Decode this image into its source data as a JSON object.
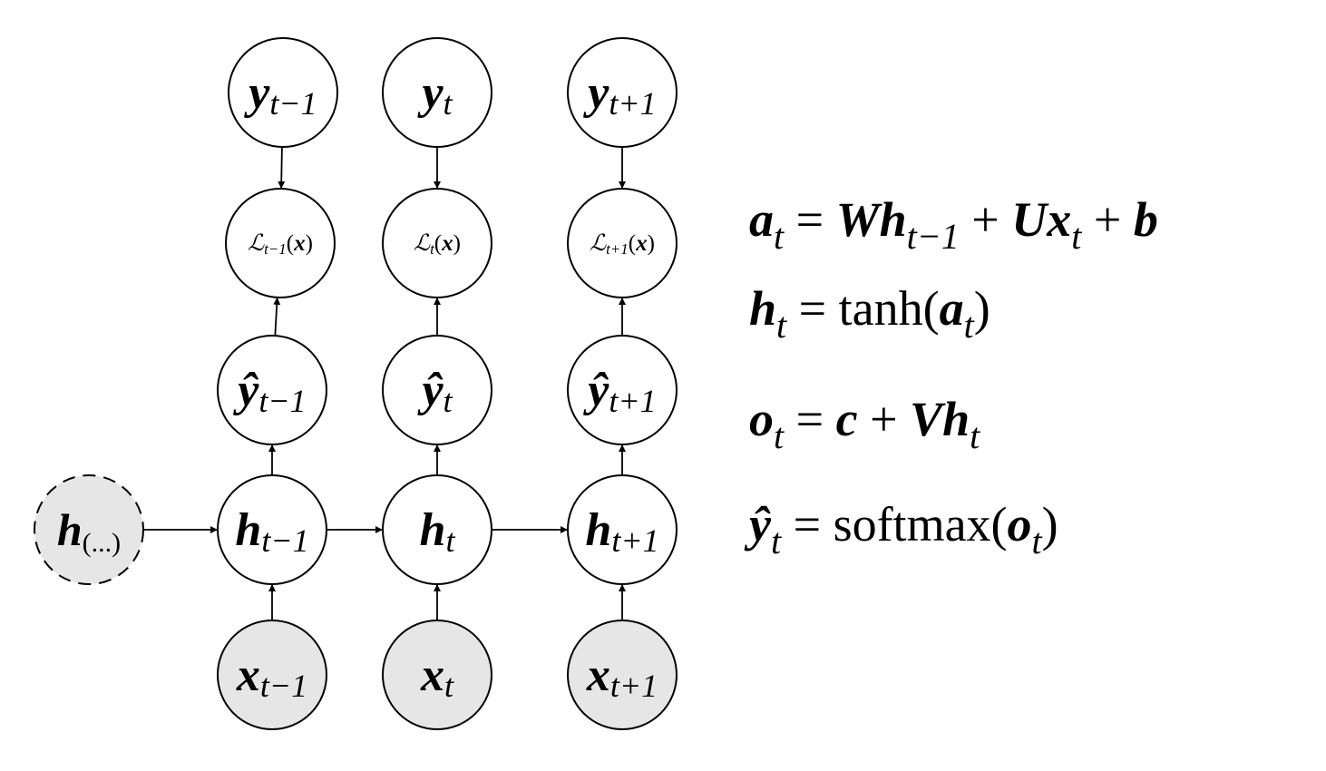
{
  "diagram": {
    "nodes": [
      {
        "id": "h_prev",
        "name": "h-dots-node",
        "main": "h",
        "sub": "(...)",
        "kind": "dash"
      },
      {
        "id": "x_tm1",
        "name": "x-t-minus-1-node",
        "main": "x",
        "sub": "t−1",
        "kind": "obs"
      },
      {
        "id": "x_t",
        "name": "x-t-node",
        "main": "x",
        "sub": "t",
        "kind": "obs"
      },
      {
        "id": "x_tp1",
        "name": "x-t-plus-1-node",
        "main": "x",
        "sub": "t+1",
        "kind": "obs"
      },
      {
        "id": "h_tm1",
        "name": "h-t-minus-1-node",
        "main": "h",
        "sub": "t−1",
        "kind": "hidden"
      },
      {
        "id": "h_t",
        "name": "h-t-node",
        "main": "h",
        "sub": "t",
        "kind": "hidden"
      },
      {
        "id": "h_tp1",
        "name": "h-t-plus-1-node",
        "main": "h",
        "sub": "t+1",
        "kind": "hidden"
      },
      {
        "id": "yh_tm1",
        "name": "y-hat-t-minus-1-node",
        "main": "ŷ",
        "sub": "t−1",
        "kind": "hidden"
      },
      {
        "id": "yh_t",
        "name": "y-hat-t-node",
        "main": "ŷ",
        "sub": "t",
        "kind": "hidden"
      },
      {
        "id": "yh_tp1",
        "name": "y-hat-t-plus-1-node",
        "main": "ŷ",
        "sub": "t+1",
        "kind": "hidden"
      },
      {
        "id": "L_tm1",
        "name": "loss-t-minus-1-node",
        "main": "ℒ",
        "sub": "t−1",
        "arg": "x",
        "kind": "loss"
      },
      {
        "id": "L_t",
        "name": "loss-t-node",
        "main": "ℒ",
        "sub": "t",
        "arg": "x",
        "kind": "loss"
      },
      {
        "id": "L_tp1",
        "name": "loss-t-plus-1-node",
        "main": "ℒ",
        "sub": "t+1",
        "arg": "x",
        "kind": "loss"
      },
      {
        "id": "y_tm1",
        "name": "y-t-minus-1-node",
        "main": "y",
        "sub": "t−1",
        "kind": "hidden"
      },
      {
        "id": "y_t",
        "name": "y-t-node",
        "main": "y",
        "sub": "t",
        "kind": "hidden"
      },
      {
        "id": "y_tp1",
        "name": "y-t-plus-1-node",
        "main": "y",
        "sub": "t+1",
        "kind": "hidden"
      }
    ],
    "edges": [
      [
        "h_prev",
        "h_tm1"
      ],
      [
        "h_tm1",
        "h_t"
      ],
      [
        "h_t",
        "h_tp1"
      ],
      [
        "x_tm1",
        "h_tm1"
      ],
      [
        "x_t",
        "h_t"
      ],
      [
        "x_tp1",
        "h_tp1"
      ],
      [
        "h_tm1",
        "yh_tm1"
      ],
      [
        "h_t",
        "yh_t"
      ],
      [
        "h_tp1",
        "yh_tp1"
      ],
      [
        "yh_tm1",
        "L_tm1"
      ],
      [
        "yh_t",
        "L_t"
      ],
      [
        "yh_tp1",
        "L_tp1"
      ],
      [
        "y_tm1",
        "L_tm1"
      ],
      [
        "y_t",
        "L_t"
      ],
      [
        "y_tp1",
        "L_tp1"
      ]
    ]
  },
  "equations": [
    {
      "name": "equation-a",
      "parts": [
        {
          "t": "a",
          "s": "bi"
        },
        {
          "t": "t",
          "s": "sub"
        },
        {
          "t": " = ",
          "s": "op"
        },
        {
          "t": "W",
          "s": "bi"
        },
        {
          "t": "h",
          "s": "bi"
        },
        {
          "t": "t−1",
          "s": "sub"
        },
        {
          "t": " + ",
          "s": "op"
        },
        {
          "t": "U",
          "s": "bi"
        },
        {
          "t": "x",
          "s": "bi"
        },
        {
          "t": "t",
          "s": "sub"
        },
        {
          "t": " + ",
          "s": "op"
        },
        {
          "t": "b",
          "s": "bi"
        }
      ]
    },
    {
      "name": "equation-h",
      "parts": [
        {
          "t": "h",
          "s": "bi"
        },
        {
          "t": "t",
          "s": "sub"
        },
        {
          "t": " = ",
          "s": "op"
        },
        {
          "t": "tanh(",
          "s": "rm"
        },
        {
          "t": "a",
          "s": "bi"
        },
        {
          "t": "t",
          "s": "sub"
        },
        {
          "t": ")",
          "s": "rm"
        }
      ]
    },
    {
      "name": "equation-o",
      "parts": [
        {
          "t": "o",
          "s": "bi"
        },
        {
          "t": "t",
          "s": "sub"
        },
        {
          "t": " = ",
          "s": "op"
        },
        {
          "t": "c",
          "s": "bi"
        },
        {
          "t": " + ",
          "s": "op"
        },
        {
          "t": "V",
          "s": "bi"
        },
        {
          "t": "h",
          "s": "bi"
        },
        {
          "t": "t",
          "s": "sub"
        }
      ]
    },
    {
      "name": "equation-y-hat",
      "parts": [
        {
          "t": "ŷ",
          "s": "bi"
        },
        {
          "t": "t",
          "s": "sub"
        },
        {
          "t": " = ",
          "s": "op"
        },
        {
          "t": "softmax(",
          "s": "rm"
        },
        {
          "t": "o",
          "s": "bi"
        },
        {
          "t": "t",
          "s": "sub"
        },
        {
          "t": ")",
          "s": "rm"
        }
      ]
    }
  ]
}
